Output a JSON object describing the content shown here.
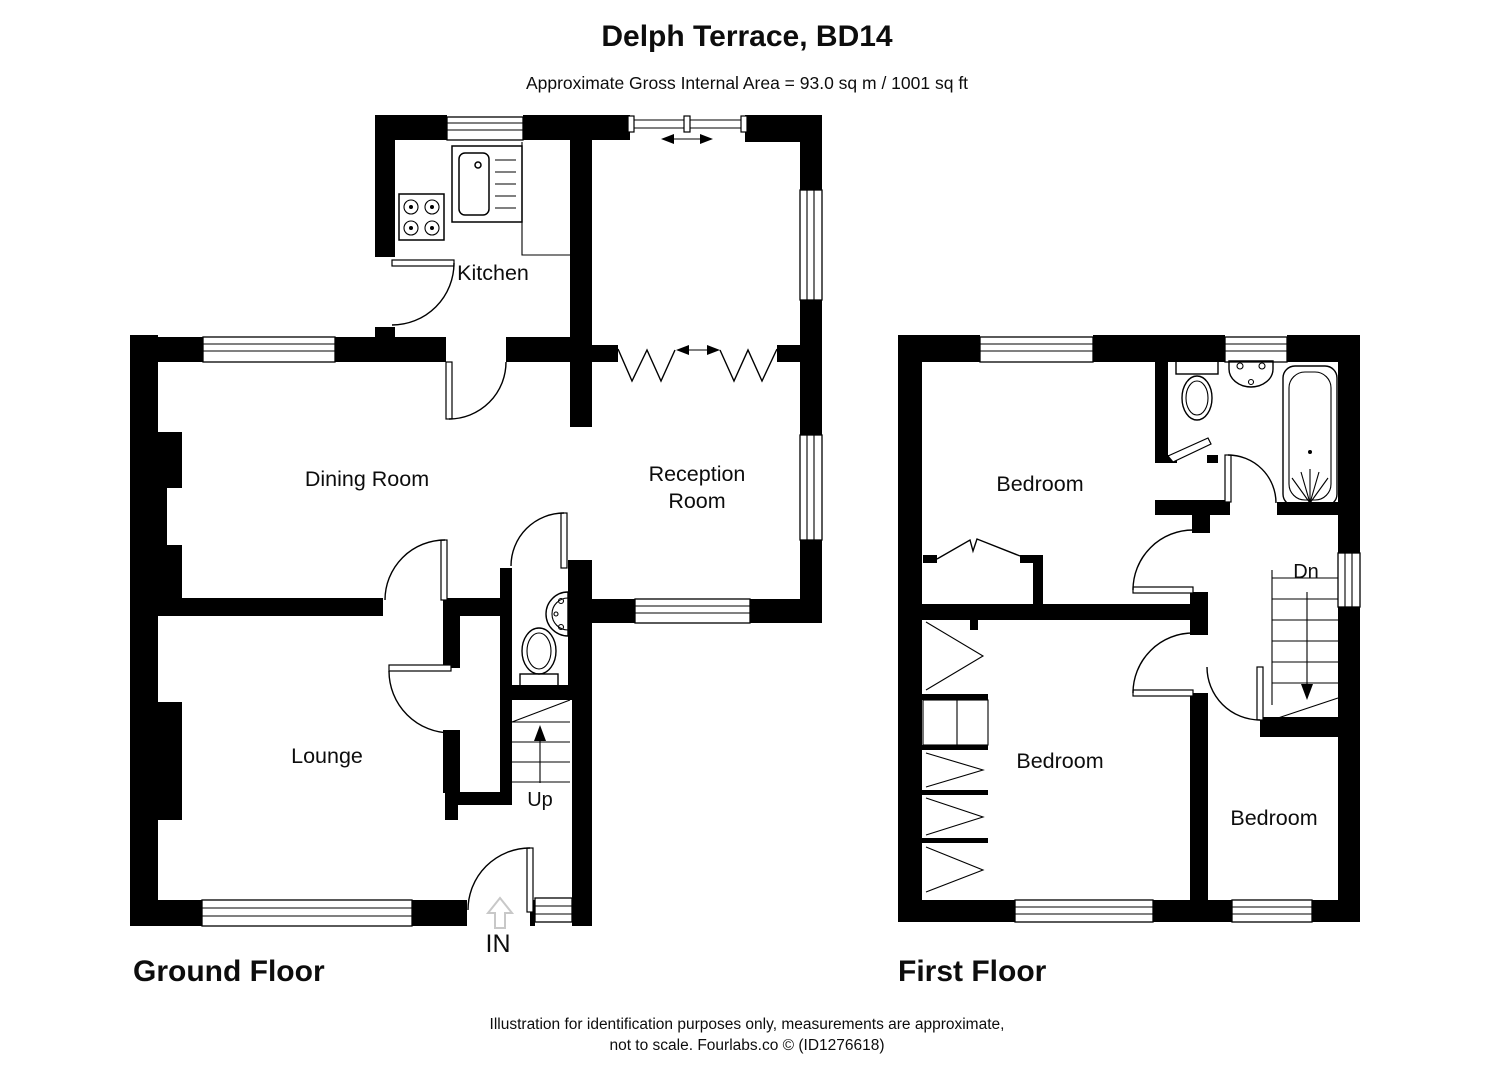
{
  "page": {
    "title": "Delph Terrace, BD14",
    "subtitle": "Approximate Gross Internal Area = 93.0 sq m / 1001 sq ft"
  },
  "ground_floor": {
    "name": "Ground Floor",
    "rooms": {
      "kitchen": "Kitchen",
      "dining": "Dining Room",
      "reception_line1": "Reception",
      "reception_line2": "Room",
      "lounge": "Lounge"
    },
    "stairs_label": "Up",
    "entrance_label": "IN"
  },
  "first_floor": {
    "name": "First Floor",
    "rooms": {
      "bedroom_front": "Bedroom",
      "bedroom_middle": "Bedroom",
      "bedroom_rear": "Bedroom"
    },
    "stairs_label": "Dn"
  },
  "footer": {
    "line1": "Illustration for identification purposes only, measurements are approximate,",
    "line2": "not to scale. Fourlabs.co © (ID1276618)"
  },
  "colors": {
    "walls": "#000000",
    "background": "#ffffff",
    "entrance_arrow": "#c8c8c8",
    "text": "#0d0d0d"
  }
}
